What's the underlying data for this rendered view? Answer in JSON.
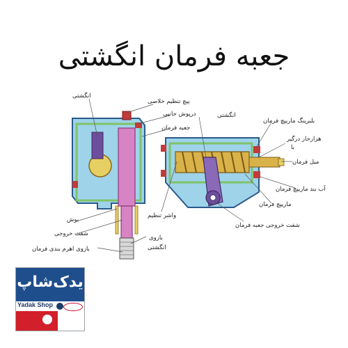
{
  "title": "جعبه فرمان انگشتی",
  "labels": {
    "l1": "انگشتی",
    "l2": "پیچ تنظیم خلاصی",
    "l3": "درپوش جانبی",
    "l4": "جعبه فرمان",
    "l5": "انگشتی",
    "l6": "بلبرینگ ماریپچ فرمان",
    "l7": "هزارخار درگیر",
    "l8": "با",
    "l9": "میل فرمان",
    "l10": "آب بند ماریپچ فرمان",
    "l11": "ماریپچ فرمان",
    "l12": "واشر تنظیم",
    "l13": "شفت خروجی جعبه فرمان",
    "l14": "بوش",
    "l15": "شفت خروجی",
    "l16": "بازوی اهرم بندی فرمان",
    "l17": "بازوی",
    "l18": "انگشتی"
  },
  "logo": {
    "name_fa": "یدک‌شاپ",
    "name_en": "Yadak Shop"
  },
  "colors": {
    "housing_fill": "#9ed3ea",
    "housing_stroke": "#2a5a8a",
    "inner_green": "#7fc36a",
    "shaft_pink": "#d884c4",
    "worm_gold": "#d9b24a",
    "red_fastener": "#c23a3a",
    "purple_pin": "#7a5ca8"
  }
}
